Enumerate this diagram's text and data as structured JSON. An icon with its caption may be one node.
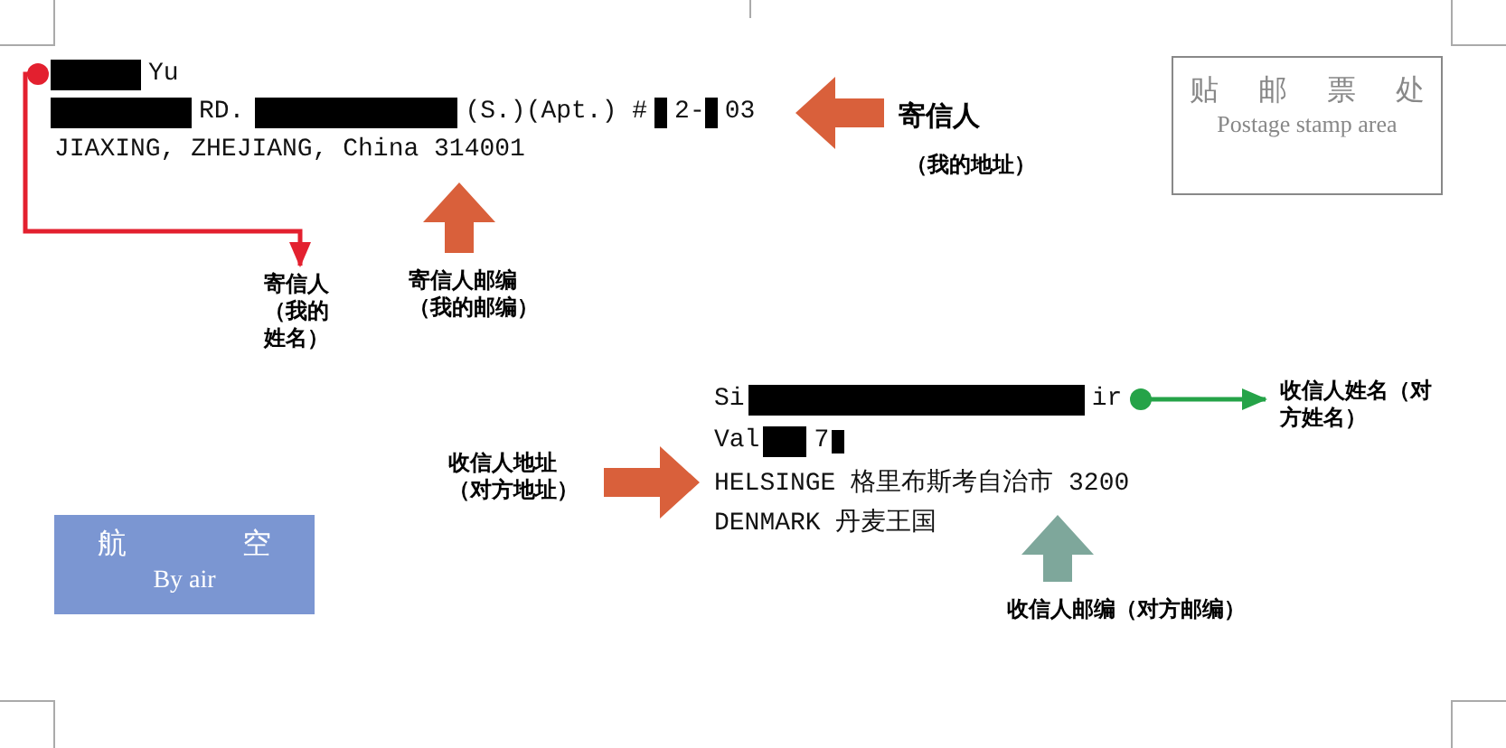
{
  "diagram": {
    "nodes": [
      {
        "text": [
          "Yu"
        ]
      },
      {
        "text": [
          "RD.",
          "(S.)(Apt.) #",
          "2-",
          "03"
        ]
      },
      {
        "text": [
          "JIAXING, ZHEJIANG, China 314001"
        ]
      },
      {
        "text": [
          "寄信人",
          "（我的地址）"
        ]
      },
      {
        "text": [
          "寄信人（我的姓名）"
        ]
      },
      {
        "text": [
          "寄信人邮编（我的邮编）"
        ]
      },
      {
        "text": [
          "贴 邮 票 处",
          "Postage stamp area"
        ]
      },
      {
        "text": [
          "Si",
          "ir"
        ]
      },
      {
        "text": [
          "Val",
          "7"
        ]
      },
      {
        "text": [
          "HELSINGE 格里布斯考自治市 3200"
        ]
      },
      {
        "text": [
          "DENMARK 丹麦王国"
        ]
      },
      {
        "text": [
          "收信人姓名（对方姓名）"
        ]
      },
      {
        "text": [
          "收信人地址（对方地址）"
        ]
      },
      {
        "text": [
          "收信人邮编（对方邮编）"
        ]
      },
      {
        "text": [
          "航 空",
          "By air"
        ]
      }
    ],
    "edges": [
      {
        "from": 0,
        "to": 4,
        "arrow": "to",
        "color": "#e3202f"
      },
      {
        "from": 3,
        "to": 1,
        "arrow": "to",
        "style": "thick"
      },
      {
        "from": 5,
        "to": 2,
        "arrow": "to",
        "style": "thick"
      },
      {
        "from": 7,
        "to": 11,
        "arrow": "to",
        "color": "#25a348"
      },
      {
        "from": 12,
        "to": 9,
        "arrow": "to",
        "style": "thick"
      },
      {
        "from": 13,
        "to": 9,
        "arrow": "to",
        "style": "thick",
        "color": "#7ea79b"
      }
    ]
  }
}
